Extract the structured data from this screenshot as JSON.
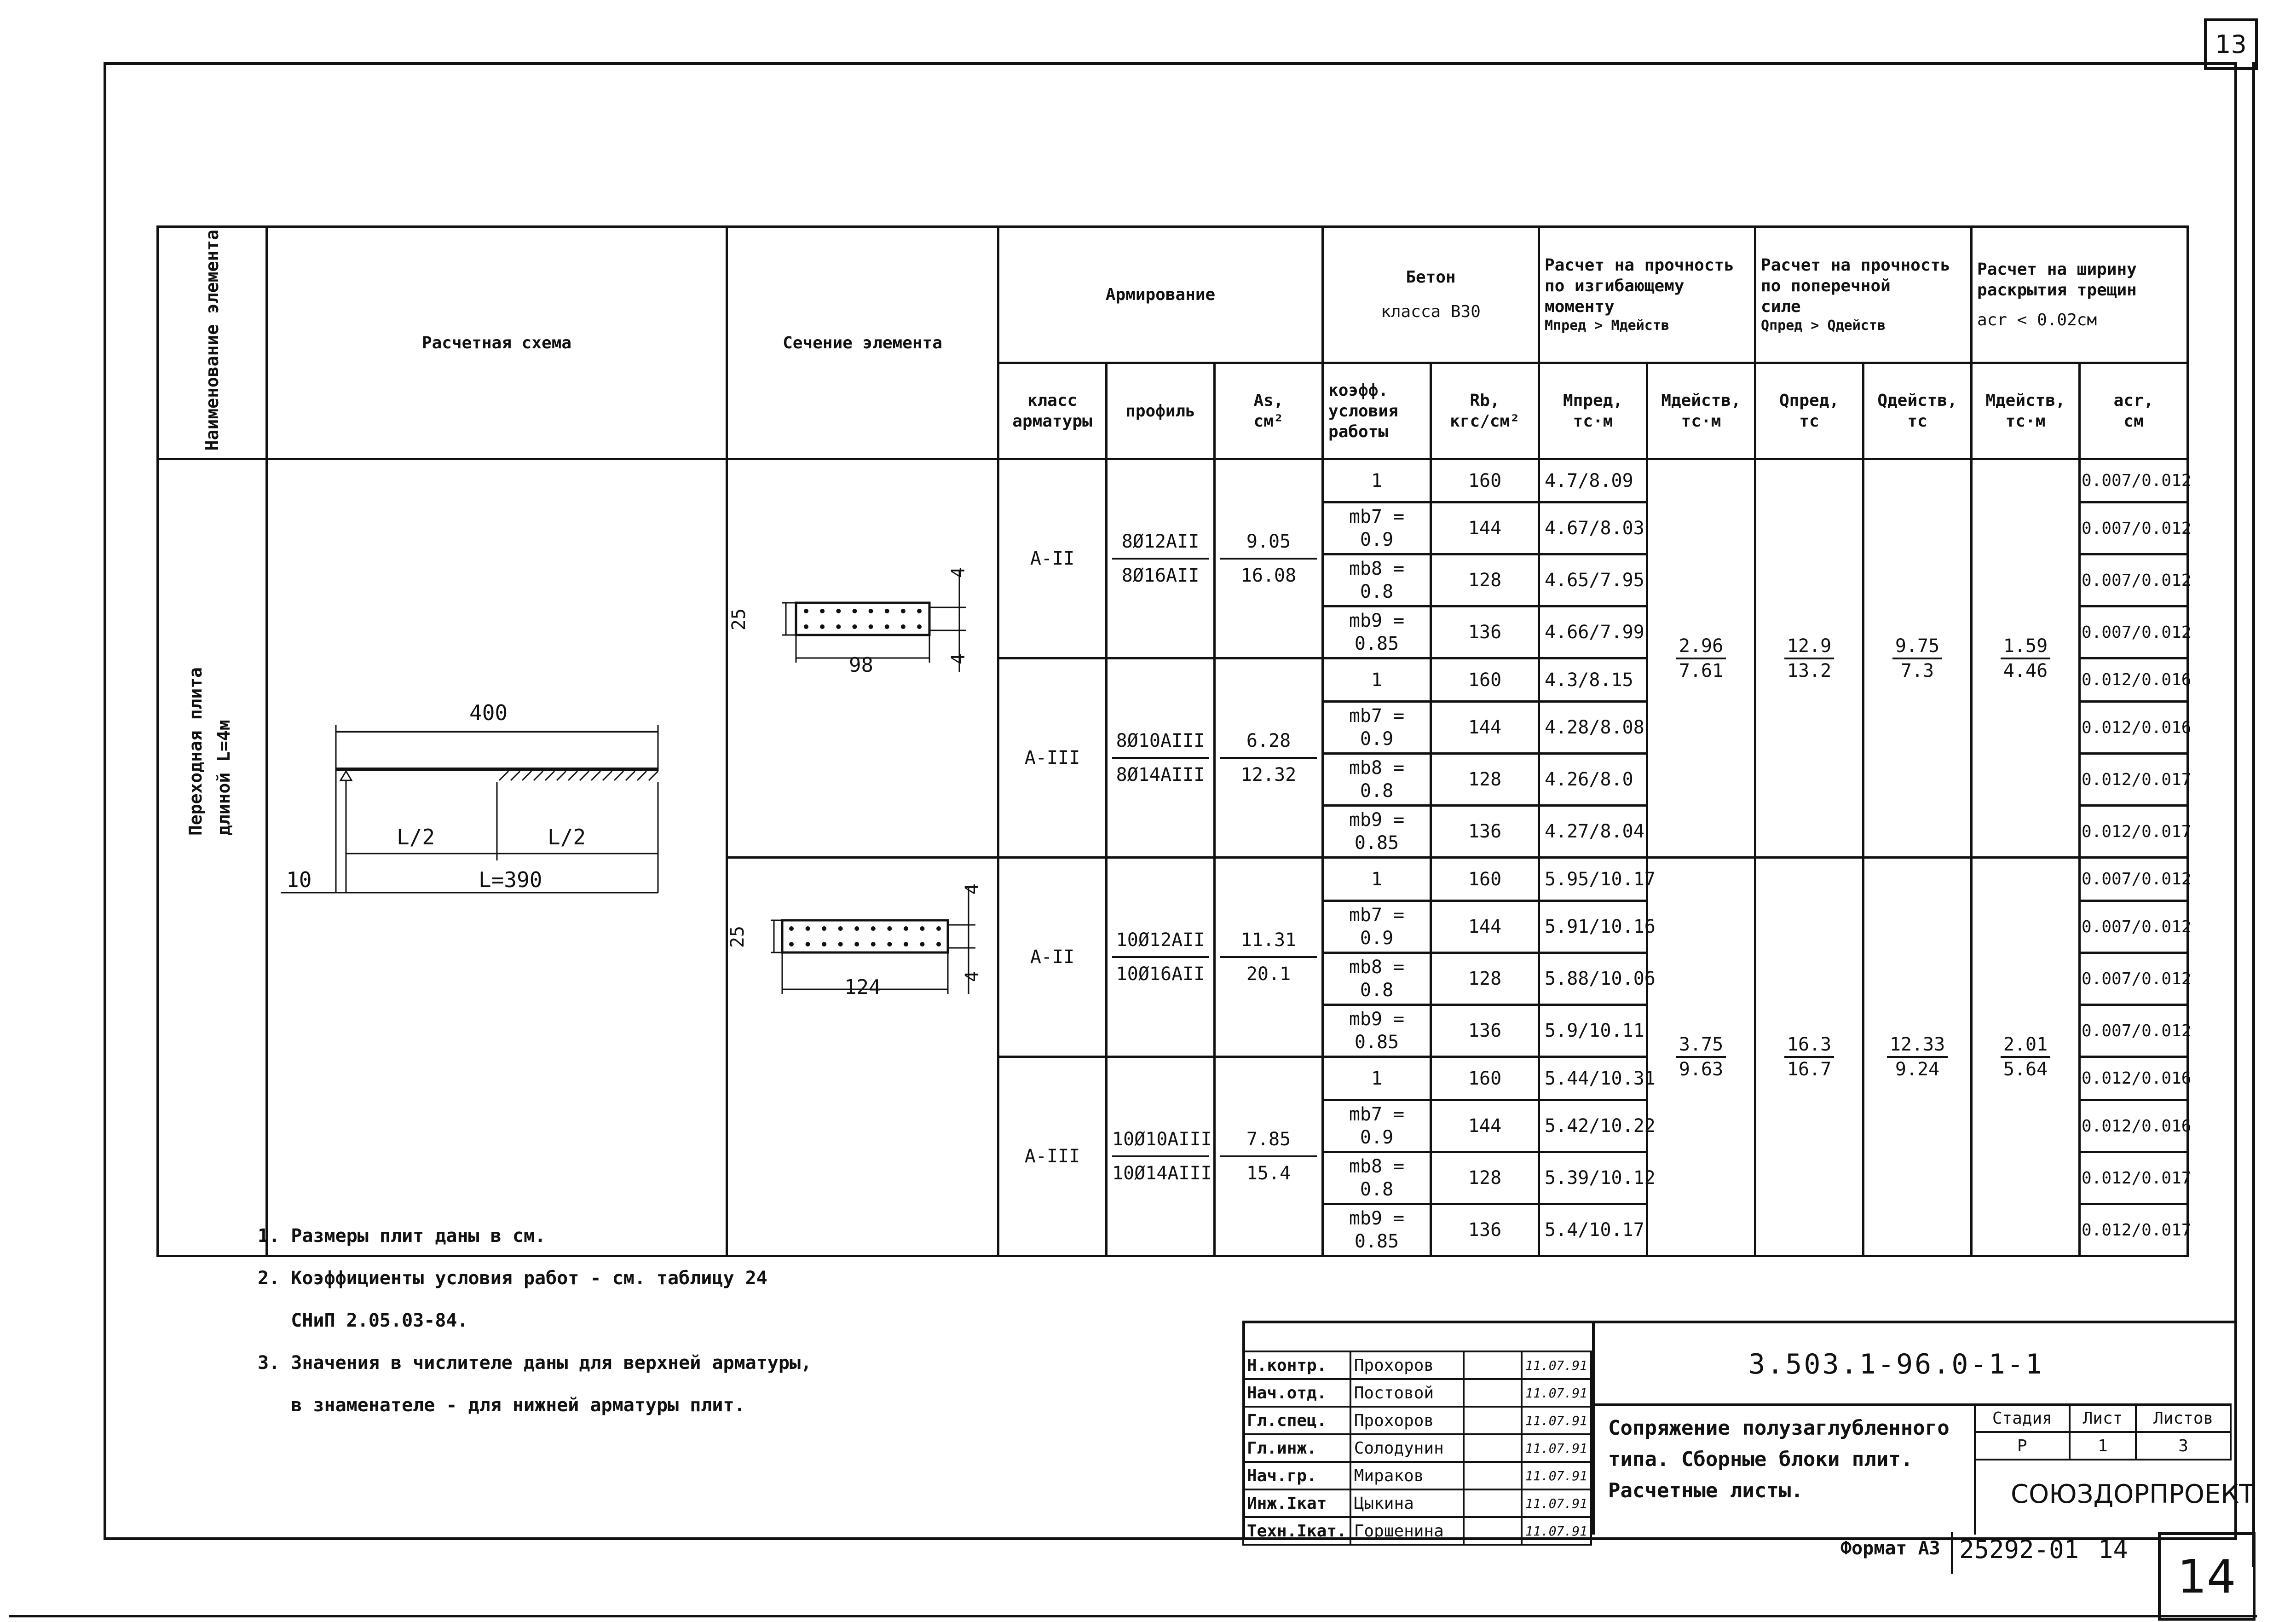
{
  "sheet_number_top": "13",
  "sheet_number_bottom": "14",
  "format_label": "Формат А3",
  "drawing_number_bottom": "25292-01",
  "drawing_sheet_bottom": "14",
  "table": {
    "headers": {
      "element_name": "Наименование элемента",
      "scheme": "Расчетная схема",
      "section": "Сечение элемента",
      "reinforcement": "Армирование",
      "concrete_line1": "Бетон",
      "concrete_line2": "класса В30",
      "bending": [
        "Расчет на прочность",
        "по изгибающему",
        "моменту",
        "Mпред > Mдейств"
      ],
      "shear": [
        "Расчет на прочность",
        "по поперечной",
        "силе",
        "Qпред > Qдейств"
      ],
      "crack": [
        "Расчет на ширину",
        "раскрытия трещин",
        "aсr < 0.02см"
      ],
      "sub": {
        "class": [
          "класс",
          "арматуры"
        ],
        "profile": "профиль",
        "as": [
          "As,",
          "см²"
        ],
        "coef": [
          "коэфф.",
          "условия",
          "работы"
        ],
        "rb": [
          "Rb,",
          "кгс/см²"
        ],
        "m_pred": [
          "Mпред,",
          "тс·м"
        ],
        "m_deyst": [
          "Mдейств,",
          "тс·м"
        ],
        "q_pred": [
          "Qпред,",
          "тс"
        ],
        "q_deyst": [
          "Qдейств,",
          "тс"
        ],
        "m_deyst2": [
          "Mдейств,",
          "тс·м"
        ],
        "acr": [
          "aсr,",
          "см"
        ]
      }
    },
    "element_name_value": [
      "Переходная плита",
      "длиной L=4м"
    ],
    "scheme_labels": {
      "length": "400",
      "half_left": "L/2",
      "half_right": "L/2",
      "support": "10",
      "span": "L=390"
    },
    "section_labels": {
      "upper": {
        "height": "25",
        "width": "98",
        "cover_top": "4",
        "cover_bottom": "4"
      },
      "lower": {
        "height": "25",
        "width": "124",
        "cover_top": "4",
        "cover_bottom": "4"
      }
    },
    "coef_labels": [
      "1",
      "mb7 = 0.9",
      "mb8 = 0.8",
      "mb9 = 0.85"
    ],
    "rb_values": [
      "160",
      "144",
      "128",
      "136"
    ],
    "groups": [
      {
        "class": "А-II",
        "profile_num": "8Ø12AII",
        "profile_den": "8Ø16AII",
        "as_num": "9.05",
        "as_den": "16.08",
        "m_pred": [
          "4.7/8.09",
          "4.67/8.03",
          "4.65/7.95",
          "4.66/7.99"
        ],
        "acr": [
          "0.007/0.012",
          "0.007/0.012",
          "0.007/0.012",
          "0.007/0.012"
        ]
      },
      {
        "class": "А-III",
        "profile_num": "8Ø10AIII",
        "profile_den": "8Ø14AIII",
        "as_num": "6.28",
        "as_den": "12.32",
        "m_pred": [
          "4.3/8.15",
          "4.28/8.08",
          "4.26/8.0",
          "4.27/8.04"
        ],
        "acr": [
          "0.012/0.016",
          "0.012/0.016",
          "0.012/0.017",
          "0.012/0.017"
        ]
      },
      {
        "class": "А-II",
        "profile_num": "10Ø12AII",
        "profile_den": "10Ø16AII",
        "as_num": "11.31",
        "as_den": "20.1",
        "m_pred": [
          "5.95/10.17",
          "5.91/10.16",
          "5.88/10.06",
          "5.9/10.11"
        ],
        "acr": [
          "0.007/0.012",
          "0.007/0.012",
          "0.007/0.012",
          "0.007/0.012"
        ]
      },
      {
        "class": "А-III",
        "profile_num": "10Ø10AIII",
        "profile_den": "10Ø14AIII",
        "as_num": "7.85",
        "as_den": "15.4",
        "m_pred": [
          "5.44/10.31",
          "5.42/10.22",
          "5.39/10.12",
          "5.4/10.17"
        ],
        "acr": [
          "0.012/0.016",
          "0.012/0.016",
          "0.012/0.017",
          "0.012/0.017"
        ]
      }
    ],
    "pair_values": [
      {
        "m_deyst": [
          "2.96",
          "7.61"
        ],
        "q_pred": [
          "12.9",
          "13.2"
        ],
        "q_deyst": [
          "9.75",
          "7.3"
        ],
        "m_deyst2": [
          "1.59",
          "4.46"
        ]
      },
      {
        "m_deyst": [
          "3.75",
          "9.63"
        ],
        "q_pred": [
          "16.3",
          "16.7"
        ],
        "q_deyst": [
          "12.33",
          "9.24"
        ],
        "m_deyst2": [
          "2.01",
          "5.64"
        ]
      }
    ]
  },
  "notes": [
    "1. Размеры плит даны в см.",
    "2. Коэффициенты условия работ - см. таблицу 24",
    "   СНиП 2.05.03-84.",
    "3. Значения в числителе даны для верхней арматуры,",
    "   в знаменателе - для нижней арматуры плит."
  ],
  "title_block": {
    "code": "3.503.1-96.0-1-1",
    "description": [
      "Сопряжение полузаглубленного",
      "типа. Сборные блоки плит.",
      "Расчетные листы."
    ],
    "stage_label": "Стадия",
    "sheet_label": "Лист",
    "sheets_label": "Листов",
    "stage": "Р",
    "sheet": "1",
    "sheets": "3",
    "org": "СОЮЗДОРПРОЕКТ",
    "signers": [
      {
        "role": "Н.контр.",
        "name": "Прохоров",
        "date": "11.07.91"
      },
      {
        "role": "Нач.отд.",
        "name": "Постовой",
        "date": "11.07.91"
      },
      {
        "role": "Гл.спец.",
        "name": "Прохоров",
        "date": "11.07.91"
      },
      {
        "role": "Гл.инж.",
        "name": "Солодунин",
        "date": "11.07.91"
      },
      {
        "role": "Нач.гр.",
        "name": "Мираков",
        "date": "11.07.91"
      },
      {
        "role": "Инж.Iкат",
        "name": "Цыкина",
        "date": "11.07.91"
      },
      {
        "role": "Техн.Iкат.",
        "name": "Горшенина",
        "date": "11.07.91"
      }
    ]
  }
}
